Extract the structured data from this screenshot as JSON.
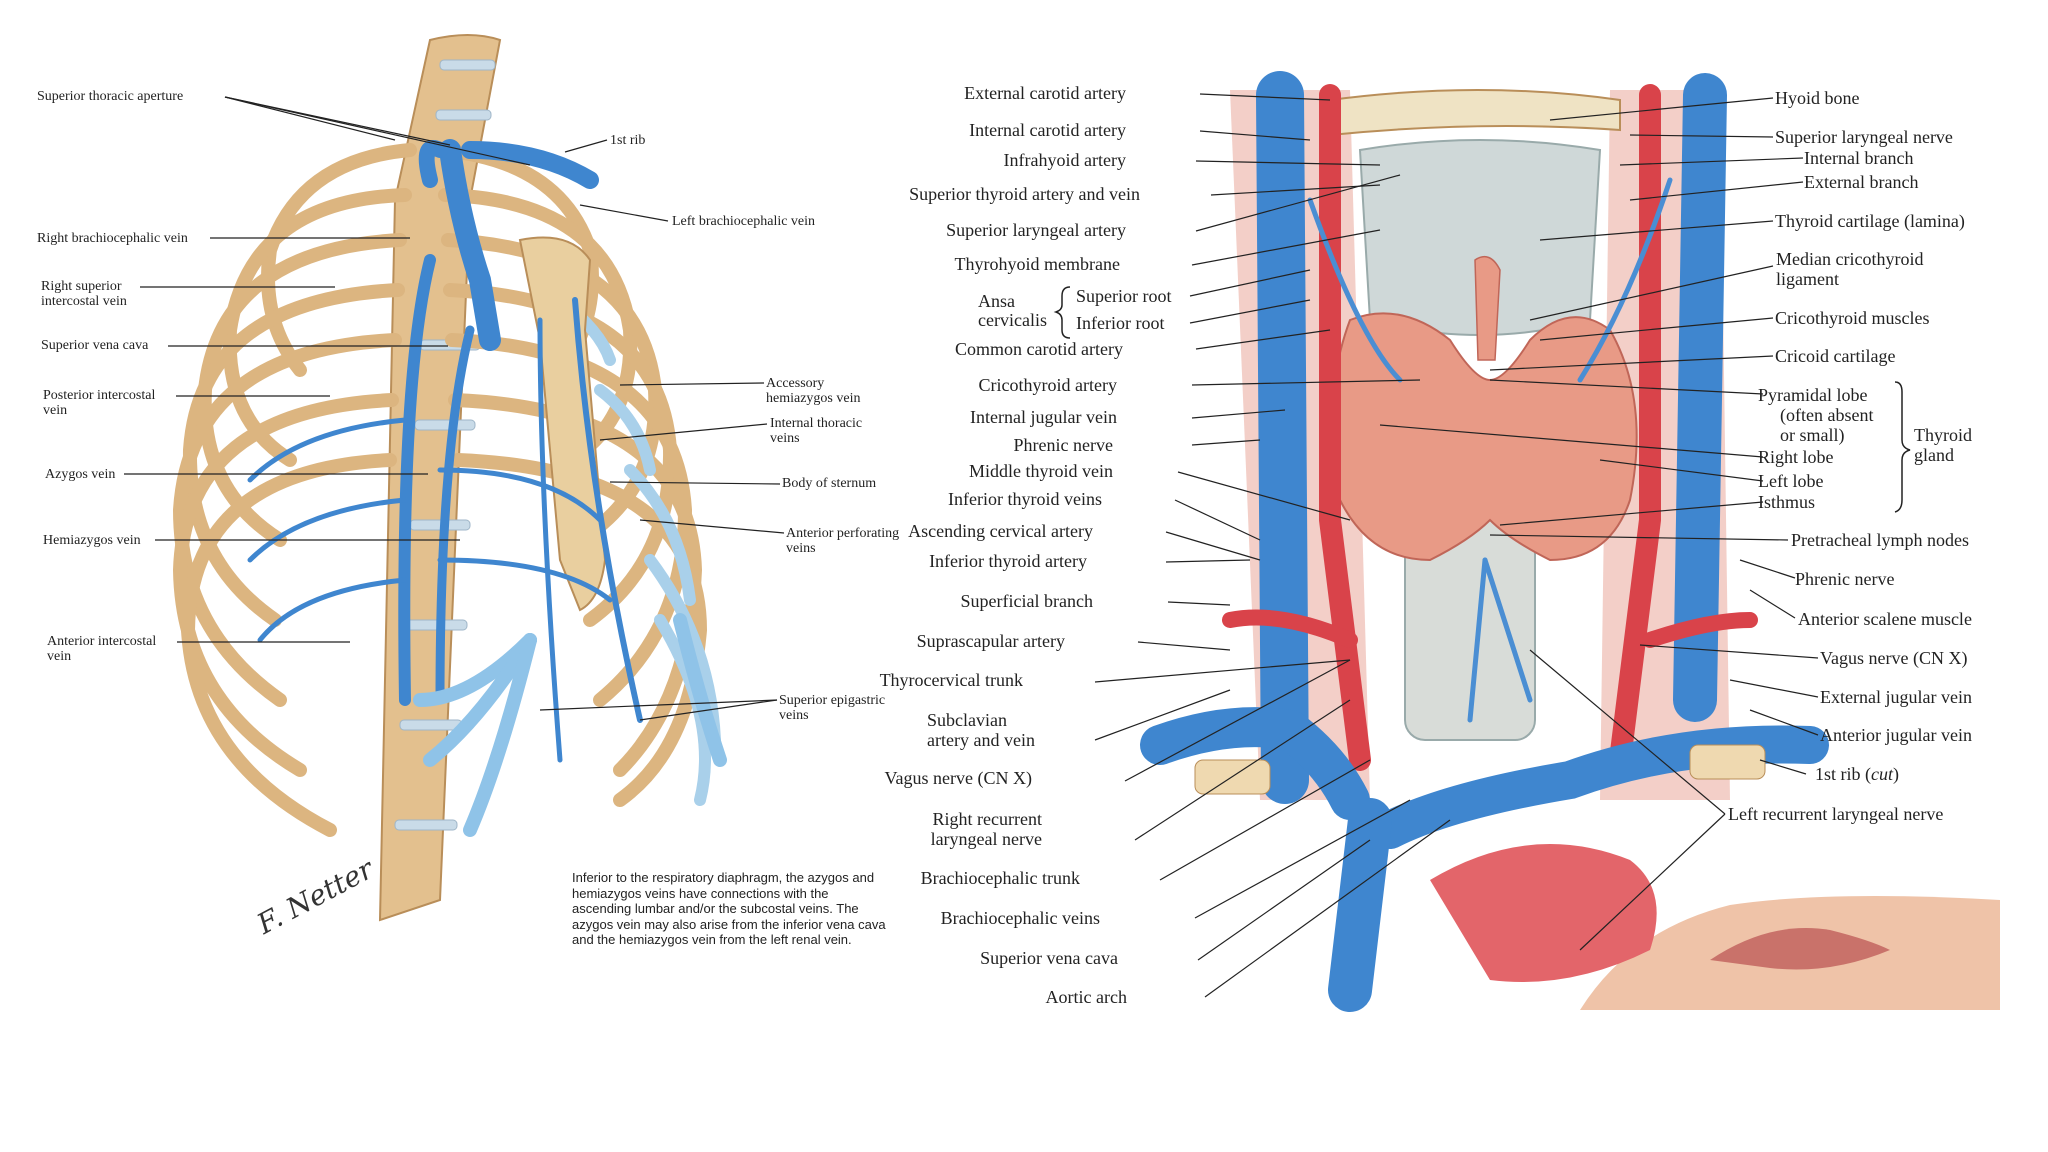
{
  "left_diagram": {
    "labels": {
      "superior_thoracic_aperture": "Superior thoracic aperture",
      "first_rib": "1st rib",
      "left_brachiocephalic_vein": "Left brachiocephalic vein",
      "right_brachiocephalic_vein": "Right brachiocephalic vein",
      "right_superior_intercostal_vein_1": "Right superior",
      "right_superior_intercostal_vein_2": "intercostal vein",
      "superior_vena_cava": "Superior vena cava",
      "accessory_hemiazygos_1": "Accessory",
      "accessory_hemiazygos_2": "hemiazygos vein",
      "posterior_intercostal_1": "Posterior intercostal",
      "posterior_intercostal_2": "vein",
      "internal_thoracic_1": "Internal thoracic",
      "internal_thoracic_2": "veins",
      "azygos_vein": "Azygos vein",
      "body_of_sternum": "Body of sternum",
      "hemiazygos_vein": "Hemiazygos vein",
      "anterior_perforating_1": "Anterior perforating",
      "anterior_perforating_2": "veins",
      "anterior_intercostal_1": "Anterior intercostal",
      "anterior_intercostal_2": "vein",
      "superior_epigastric_1": "Superior epigastric",
      "superior_epigastric_2": "veins"
    },
    "note": "Inferior to the respiratory diaphragm, the azygos and hemiazygos veins have connections with the ascending lumbar and/or the subcostal veins. The azygos vein may also arise from the inferior vena cava and the hemiazygos vein from the left renal vein.",
    "signature": "F. Netter"
  },
  "right_diagram": {
    "left_labels": {
      "external_carotid_artery": "External carotid artery",
      "internal_carotid_artery": "Internal carotid artery",
      "infrahyoid_artery": "Infrahyoid artery",
      "superior_thyroid_artery_vein": "Superior thyroid artery and vein",
      "superior_laryngeal_artery": "Superior laryngeal artery",
      "thyrohyoid_membrane": "Thyrohyoid membrane",
      "ansa_1": "Ansa",
      "ansa_2": "cervicalis",
      "superior_root": "Superior root",
      "inferior_root": "Inferior root",
      "common_carotid_artery": "Common carotid artery",
      "cricothyroid_artery": "Cricothyroid artery",
      "internal_jugular_vein": "Internal jugular vein",
      "phrenic_nerve": "Phrenic nerve",
      "middle_thyroid_vein": "Middle thyroid vein",
      "inferior_thyroid_veins": "Inferior thyroid veins",
      "ascending_cervical_artery": "Ascending cervical artery",
      "inferior_thyroid_artery": "Inferior thyroid artery",
      "superficial_branch": "Superficial branch",
      "suprascapular_artery": "Suprascapular artery",
      "thyrocervical_trunk": "Thyrocervical trunk",
      "subclavian_1": "Subclavian",
      "subclavian_2": "artery and vein",
      "vagus_nerve_left": "Vagus nerve (CN X)",
      "right_recurrent_1": "Right recurrent",
      "right_recurrent_2": "laryngeal nerve",
      "brachiocephalic_trunk": "Brachiocephalic trunk",
      "brachiocephalic_veins": "Brachiocephalic veins",
      "superior_vena_cava": "Superior vena cava",
      "aortic_arch": "Aortic arch"
    },
    "right_labels": {
      "hyoid_bone": "Hyoid bone",
      "superior_laryngeal_nerve": "Superior laryngeal nerve",
      "internal_branch": "Internal branch",
      "external_branch": "External branch",
      "thyroid_cartilage": "Thyroid cartilage (lamina)",
      "median_cricothyroid_1": "Median cricothyroid",
      "median_cricothyroid_2": "ligament",
      "cricothyroid_muscles": "Cricothyroid muscles",
      "cricoid_cartilage": "Cricoid cartilage",
      "pyramidal_lobe_1": "Pyramidal lobe",
      "pyramidal_lobe_2": "(often absent",
      "pyramidal_lobe_3": "or small)",
      "right_lobe": "Right lobe",
      "left_lobe": "Left lobe",
      "isthmus": "Isthmus",
      "thyroid_1": "Thyroid",
      "thyroid_2": "gland",
      "pretracheal_lymph_nodes": "Pretracheal lymph nodes",
      "phrenic_nerve": "Phrenic nerve",
      "anterior_scalene_muscle": "Anterior scalene muscle",
      "vagus_nerve_right": "Vagus nerve (CN X)",
      "external_jugular_vein": "External jugular vein",
      "anterior_jugular_vein": "Anterior jugular vein",
      "first_rib_cut_1": "1st rib (",
      "first_rib_cut_2": "cut",
      "first_rib_cut_3": ")",
      "left_recurrent_laryngeal_nerve": "Left recurrent laryngeal nerve"
    }
  },
  "colors": {
    "bone": "#e3c08e",
    "bone_dark": "#b98e59",
    "vein": "#3f86cf",
    "vein_light": "#8fc3e8",
    "artery": "#d9434a",
    "thyroid": "#e89a86",
    "cartilage": "#cfd8d8",
    "skin": "#efc3a8"
  }
}
